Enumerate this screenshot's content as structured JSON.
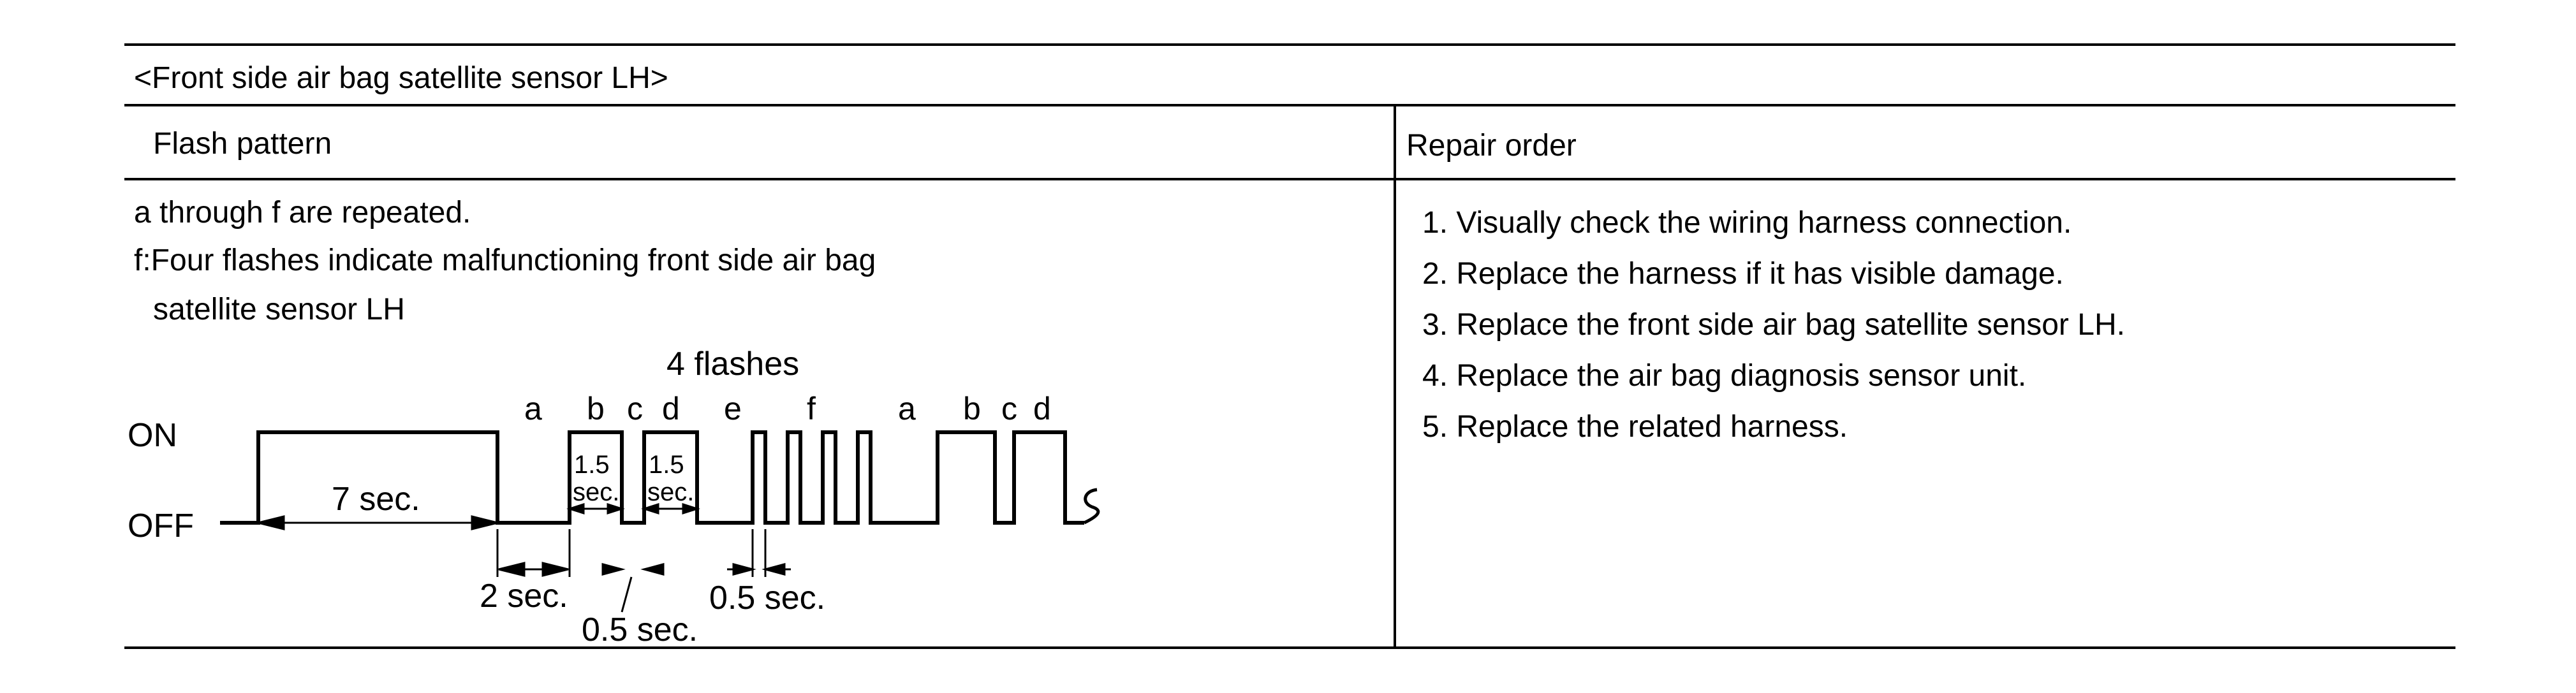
{
  "section_title": "<Front side air bag satellite sensor LH>",
  "columns": {
    "left": "Flash pattern",
    "right": "Repair order"
  },
  "description": {
    "line1": "a through f are repeated.",
    "line2": "f:Four flashes indicate malfunctioning front side air bag",
    "line3": "satellite sensor LH"
  },
  "diagram": {
    "state_on": "ON",
    "state_off": "OFF",
    "flashes_label": "4  flashes",
    "segments": [
      "a",
      "b",
      "c",
      "d",
      "e",
      "f",
      "a",
      "b",
      "c",
      "d"
    ],
    "on_duration": "7 sec.",
    "off_duration": "2 sec.",
    "pulse_duration": "1.5",
    "pulse_unit": "sec.",
    "gap_duration": "0.5 sec.",
    "flash_gap_duration": "0.5 sec."
  },
  "repair_steps": [
    "1. Visually check the wiring harness connection.",
    "2. Replace the harness if it has visible damage.",
    "3. Replace the front side air bag satellite sensor LH.",
    "4. Replace the air bag diagnosis sensor unit.",
    "5. Replace the related harness."
  ]
}
